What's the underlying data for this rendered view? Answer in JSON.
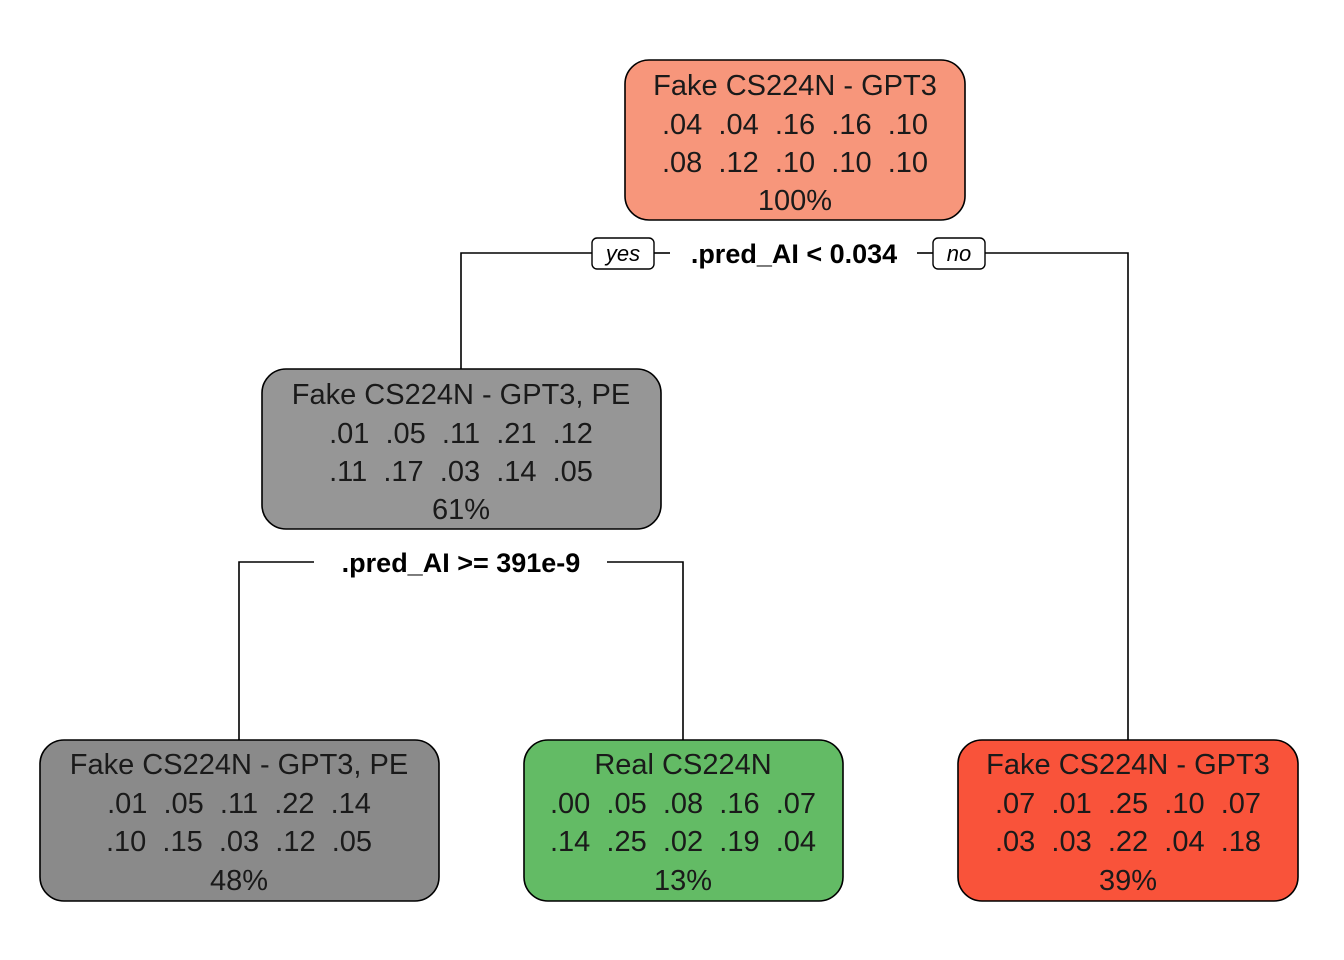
{
  "nodes": [
    {
      "id": "root",
      "label": "Fake CS224N - GPT3",
      "probs_row1": ".04  .04  .16  .16  .10",
      "probs_row2": ".08  .12  .10  .10  .10",
      "percent": "100%",
      "color": "#f7967b"
    },
    {
      "id": "left",
      "label": "Fake CS224N - GPT3, PE",
      "probs_row1": ".01  .05  .11  .21  .12",
      "probs_row2": ".11  .17  .03  .14  .05",
      "percent": "61%",
      "color": "#969696"
    },
    {
      "id": "right",
      "label": "Fake CS224N - GPT3",
      "probs_row1": ".07  .01  .25  .10  .07",
      "probs_row2": ".03  .03  .22  .04  .18",
      "percent": "39%",
      "color": "#f9533a"
    },
    {
      "id": "left-left",
      "label": "Fake CS224N - GPT3, PE",
      "probs_row1": ".01  .05  .11  .22  .14",
      "probs_row2": ".10  .15  .03  .12  .05",
      "percent": "48%",
      "color": "#8a8a8a"
    },
    {
      "id": "left-right",
      "label": "Real CS224N",
      "probs_row1": ".00  .05  .08  .16  .07",
      "probs_row2": ".14  .25  .02  .19  .04",
      "percent": "13%",
      "color": "#63bb65"
    }
  ],
  "splits": [
    {
      "id": "root-split",
      "label": ".pred_AI < 0.034"
    },
    {
      "id": "left-split",
      "label": ".pred_AI >= 391e-9"
    }
  ],
  "branch_labels": {
    "yes": "yes",
    "no": "no"
  }
}
